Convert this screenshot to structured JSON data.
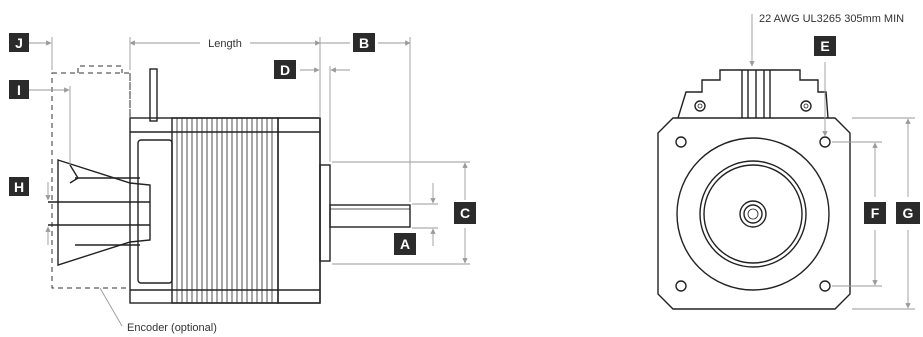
{
  "side_view": {
    "length_label": "Length",
    "encoder_label": "Encoder (optional)"
  },
  "front_view": {
    "wire_label": "22 AWG UL3265 305mm MIN"
  },
  "callouts": {
    "A": "A",
    "B": "B",
    "C": "C",
    "D": "D",
    "E": "E",
    "F": "F",
    "G": "G",
    "H": "H",
    "I": "I",
    "J": "J"
  },
  "colors": {
    "callout_fill": "#2b2b2b",
    "line": "#222222",
    "dimension_line": "#9a9a9a"
  }
}
